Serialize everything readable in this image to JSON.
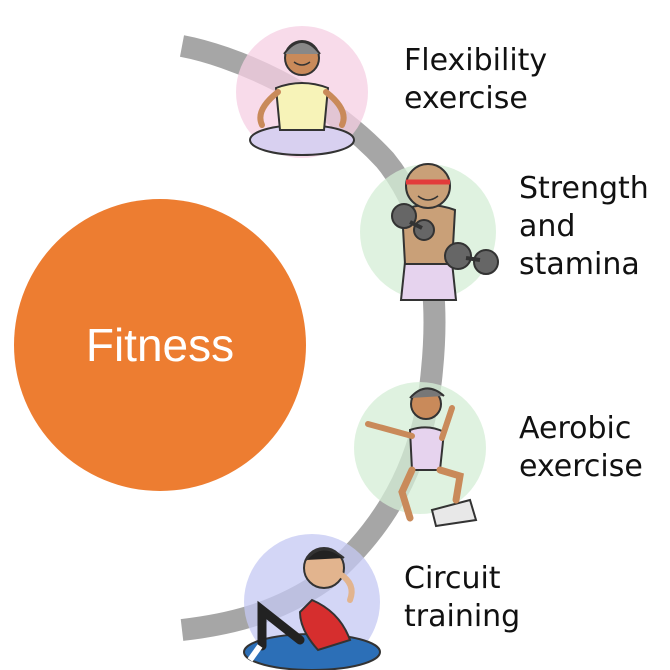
{
  "center": {
    "label": "Fitness",
    "color": "#ED7D31",
    "text_color": "#ffffff"
  },
  "arc_color": "#A6A6A6",
  "items": [
    {
      "lines": [
        "Flexibility",
        "exercise"
      ],
      "icon": "meditating-woman-icon",
      "tint": "#F5CFE3"
    },
    {
      "lines": [
        "Strength",
        "and",
        "stamina"
      ],
      "icon": "dumbbell-lifter-icon",
      "tint": "#D4EDD6"
    },
    {
      "lines": [
        "Aerobic",
        "exercise"
      ],
      "icon": "step-aerobics-woman-icon",
      "tint": "#D4EDD6"
    },
    {
      "lines": [
        "Circuit",
        "training"
      ],
      "icon": "situps-man-icon",
      "tint": "#C4C8F3"
    }
  ]
}
